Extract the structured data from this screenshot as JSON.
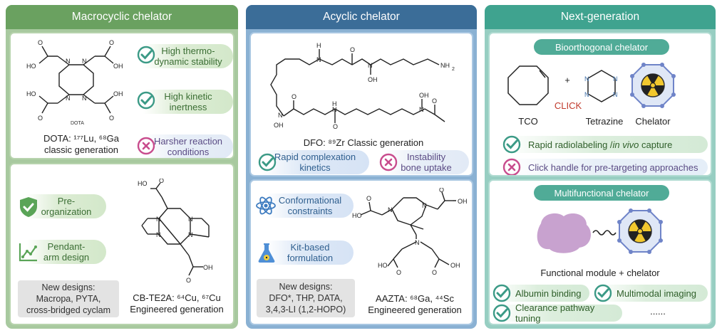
{
  "columns": {
    "macro": {
      "title": "Macrocyclic chelator"
    },
    "acyclic": {
      "title": "Acyclic chelator"
    },
    "next": {
      "title": "Next-generation"
    }
  },
  "macro": {
    "dota_struct_label": "DOTA",
    "dota_caption_line1": "DOTA: ¹⁷⁷Lu, ⁶⁸Ga",
    "dota_caption_line2": "classic generation",
    "pill_1": "High thermo-\ndynamic stability",
    "pill_2": "High kinetic\ninertness",
    "pill_3": "Harsher reaction\nconditions",
    "pill_4": "Pre-\norganization",
    "pill_5": "Pendant-\narm design",
    "new_designs": "New designs:\nMacropa, PYTA,\ncross-bridged cyclam",
    "cbte2a_line1": "CB-TE2A: ⁶⁴Cu, ⁶⁷Cu",
    "cbte2a_line2": "Engineered generation"
  },
  "acyclic": {
    "dfo_caption": "DFO: ⁸⁹Zr Classic generation",
    "pill_1": "Rapid complexation\nkinetics",
    "pill_2": "Instability\nbone uptake",
    "pill_3": "Conformational\nconstraints",
    "pill_4": "Kit-based\nformulation",
    "new_designs": "New designs:\nDFO*, THP, DATA,\n3,4,3-LI (1,2-HOPO)",
    "aazta_line1": "AAZTA: ⁶⁸Ga, ⁴⁴Sc",
    "aazta_line2": "Engineered generation"
  },
  "next": {
    "bio_tag": "Bioorthogonal chelator",
    "plus": "+",
    "click": "CLICK",
    "tco": "TCO",
    "tetrazine": "Tetrazine",
    "chelator": "Chelator",
    "row_1_a": "Rapid radiolabeling / ",
    "row_1_b": "in vivo",
    "row_1_c": " capture",
    "row_2": "Click handle for pre-targeting approaches",
    "multi_tag": "Multifunctional chelator",
    "fm_caption": "Functional module + chelator",
    "row_3": "Albumin binding",
    "row_4": "Multimodal imaging",
    "row_5": "Clearance pathway tuning",
    "ellipsis": "......"
  },
  "colors": {
    "green": "#6aa160",
    "blue": "#3b6d98",
    "teal": "#3fa38f",
    "check": "#3b9a86",
    "cross": "#c84c8d"
  }
}
